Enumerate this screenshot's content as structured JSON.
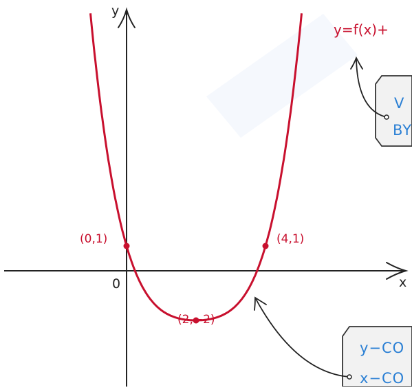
{
  "axes": {
    "x_label": "x",
    "y_label": "y",
    "origin_label": "0"
  },
  "curve": {
    "equation_label": "y=f(x)+",
    "color": "#c8102e"
  },
  "points": [
    {
      "label": "(0,1)",
      "x": 0,
      "y": 1
    },
    {
      "label": "(4,1)",
      "x": 4,
      "y": 1
    },
    {
      "label": "(2,−2)",
      "x": 2,
      "y": -2
    }
  ],
  "callouts": {
    "top": {
      "line1": "V",
      "line2": "BY"
    },
    "bottom": {
      "line1": "y−CO",
      "line2": "x−CO"
    }
  },
  "colors": {
    "curve": "#c8102e",
    "callout_text": "#2a7fd4",
    "callout_fill": "#f2f2f2",
    "axis": "#222222"
  }
}
